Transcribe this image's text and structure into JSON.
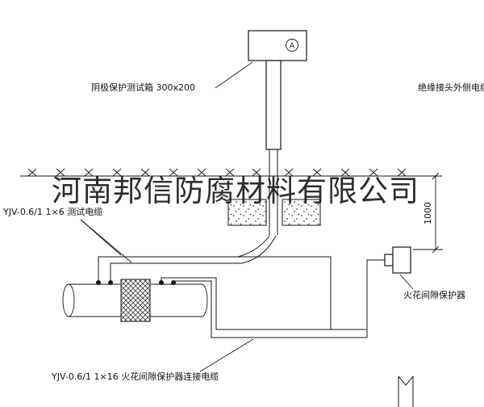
{
  "diagram": {
    "labels": {
      "test_box": "阴极保护测试箱 300x200",
      "insulated_joint_cable": "绝缘接头外侧电缆",
      "test_cable": "YJV-0.6/1 1×6  测试电缆",
      "protector_cable": "YJV-0.6/1 1×16  火花间隙保护器连接电缆",
      "spark_gap": "火花间隙保护器",
      "dimension": "1000",
      "meter": "A"
    },
    "watermark": "河南邦信防腐材料有限公司",
    "colors": {
      "line": "#161616",
      "background": "#ffffff",
      "watermark": "#000000"
    }
  }
}
